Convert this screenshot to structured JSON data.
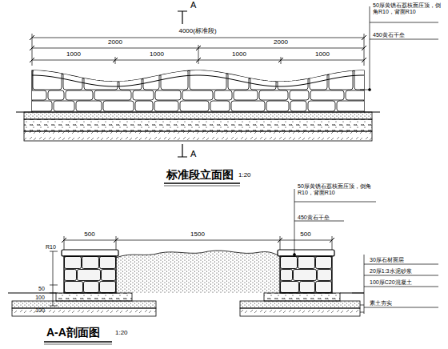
{
  "diagram": {
    "labels": [
      "A",
      "4000(标准段)",
      "2000",
      "2000",
      "1000",
      "1000",
      "1000",
      "1000",
      "50厚黄锈石荔枝面压顶，倒角R10，背面R10",
      "450黄石干垒",
      "A",
      "标准段立面图",
      "1:20",
      "500",
      "1500",
      "500",
      "R10",
      "50",
      "100",
      "100",
      "50厚黄锈石荔枝面压顶，倒角R10，背面R10",
      "450黄石干垒",
      "30厚石材面层",
      "20厚1:3水泥砂浆",
      "100厚C20混凝土",
      "素土夯实",
      "A-A剖面图",
      "1:20"
    ]
  }
}
